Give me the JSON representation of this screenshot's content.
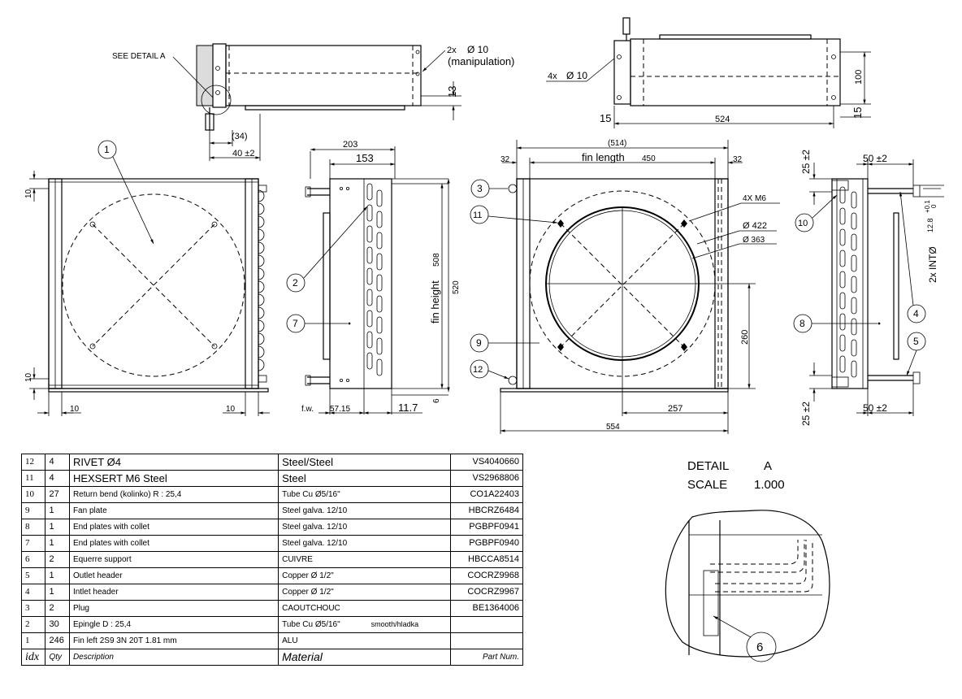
{
  "views": {
    "top_left": {
      "see_detail": "SEE DETAIL  A",
      "hole_note_qty": "2x",
      "hole_note_dia": "Ø 10",
      "hole_note_purpose": "(manipulation)",
      "dim_13": "13",
      "dim_34": "(34)",
      "dim_40": "40 ±2"
    },
    "top_right": {
      "hole_note_qty": "4x",
      "hole_note_dia": "Ø 10",
      "dim_100": "100",
      "dim_15_left": "15",
      "dim_15_right": "15",
      "dim_524": "524"
    },
    "front_left": {
      "dim_10_top": "10",
      "dim_10_bottom": "10",
      "dim_10_left": "10",
      "dim_10_right": "10",
      "balloon_1": "1"
    },
    "side_middle": {
      "dim_203": "203",
      "dim_153": "153",
      "dim_508": "508",
      "dim_520": "520",
      "fin_height": "fin height",
      "dim_6": "6",
      "fw": "f.w.",
      "dim_5715": "57.15",
      "dim_117": "11.7",
      "balloon_2": "2",
      "balloon_7": "7"
    },
    "front_right": {
      "dim_514": "(514)",
      "dim_32_left": "32",
      "dim_32_right": "32",
      "fin_length": "fin length",
      "dim_450": "450",
      "m6_note": "4X   M6",
      "dia_422": "Ø 422",
      "dia_363": "Ø 363",
      "dim_260": "260",
      "dim_257": "257",
      "dim_554": "554",
      "balloon_3": "3",
      "balloon_11": "11",
      "balloon_9": "9",
      "balloon_12": "12"
    },
    "side_right": {
      "dim_25_top": "25 ±2",
      "dim_50_top": "50 ±2",
      "dim_25_bottom": "25 ±2",
      "dim_50_bottom": "50 ±2",
      "dim_128": "12.8",
      "tol_plus": "+0.1",
      "tol_zero": "0",
      "int_note": "2x INTØ",
      "balloon_10": "10",
      "balloon_8": "8",
      "balloon_4": "4",
      "balloon_5": "5"
    }
  },
  "detail": {
    "title_word": "DETAIL",
    "title_letter": "A",
    "scale_word": "SCALE",
    "scale_value": "1.000",
    "balloon_6": "6"
  },
  "bom": {
    "rows": [
      {
        "idx": "12",
        "qty": "4",
        "desc": "RIVET Ø4",
        "mat": "Steel/Steel",
        "part": "VS4040660",
        "big": true
      },
      {
        "idx": "11",
        "qty": "4",
        "desc": "HEXSERT M6 Steel",
        "mat": "Steel",
        "part": "VS2968806",
        "big": true
      },
      {
        "idx": "10",
        "qty": "27",
        "desc": "Return bend (kolinko) R : 25,4",
        "mat": "Tube Cu Ø5/16\"",
        "part": "CO1A22403"
      },
      {
        "idx": "9",
        "qty": "1",
        "desc": "Fan plate",
        "mat": "Steel galva. 12/10",
        "part": "HBCRZ6484"
      },
      {
        "idx": "8",
        "qty": "1",
        "desc": "End plates with collet",
        "mat": "Steel galva. 12/10",
        "part": "PGBPF0941"
      },
      {
        "idx": "7",
        "qty": "1",
        "desc": "End plates with collet",
        "mat": "Steel galva. 12/10",
        "part": "PGBPF0940"
      },
      {
        "idx": "6",
        "qty": "2",
        "desc": "Equerre support",
        "mat": "CUIVRE",
        "part": "HBCCA8514"
      },
      {
        "idx": "5",
        "qty": "1",
        "desc": "Outlet header",
        "mat": "Copper Ø 1/2\"",
        "part": "COCRZ9968"
      },
      {
        "idx": "4",
        "qty": "1",
        "desc": "Intlet header",
        "mat": "Copper Ø 1/2\"",
        "part": "COCRZ9967"
      },
      {
        "idx": "3",
        "qty": "2",
        "desc": "Plug",
        "mat": "CAOUTCHOUC",
        "part": "BE1364006"
      },
      {
        "idx": "2",
        "qty": "30",
        "desc": "Epingle D : 25,4",
        "mat": "Tube Cu Ø5/16\"",
        "note": "smooth/hladka",
        "part": ""
      },
      {
        "idx": "1",
        "qty": "246",
        "desc": "Fin left 2S9 3N 20T 1.81 mm",
        "mat": "ALU",
        "part": ""
      }
    ],
    "header": {
      "idx": "idx",
      "qty": "Qty",
      "desc": "Description",
      "mat": "Material",
      "part": "Part Num."
    }
  }
}
